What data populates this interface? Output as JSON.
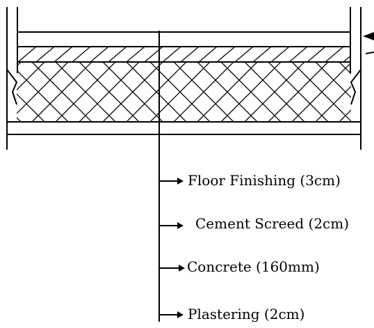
{
  "diagram": {
    "layers": [
      {
        "id": "floor-finishing",
        "label": "Floor Finishing (3cm)"
      },
      {
        "id": "cement-screed",
        "label": "Cement Screed (2cm)"
      },
      {
        "id": "concrete",
        "label": "Concrete (160mm)"
      },
      {
        "id": "plastering",
        "label": "Plastering (2cm)"
      }
    ],
    "colors": {
      "ink": "#000000",
      "background": "#ffffff"
    }
  }
}
